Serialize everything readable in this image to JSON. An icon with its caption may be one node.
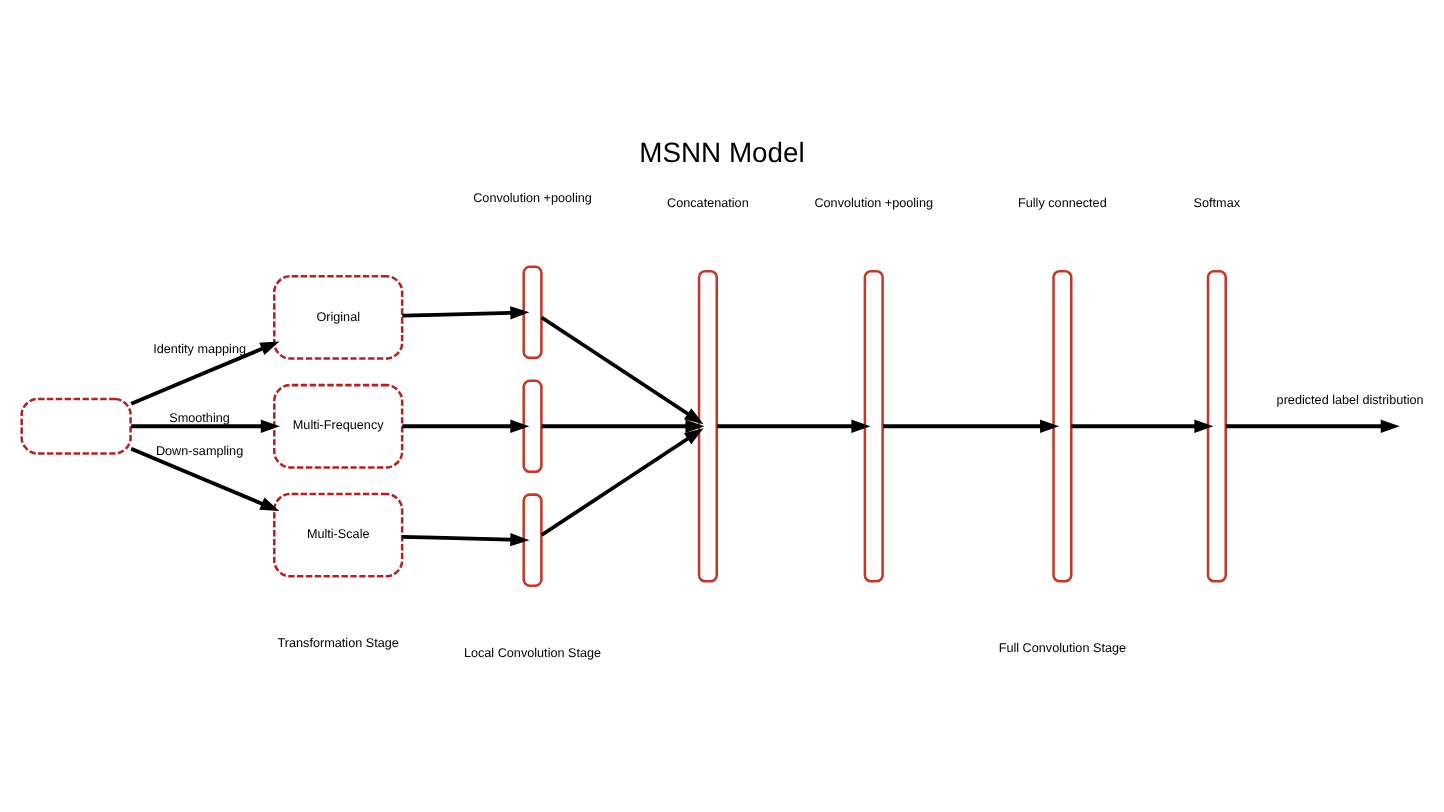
{
  "diagram": {
    "title": "MSNN Model",
    "nodes": [
      {
        "text": [],
        "shape": "box"
      },
      {
        "text": [
          "Original"
        ]
      },
      {
        "text": [
          "Multi-Frequency"
        ]
      },
      {
        "text": [
          "Multi-Scale"
        ]
      },
      {
        "text": [],
        "shape": "bar"
      },
      {
        "text": [],
        "shape": "bar"
      },
      {
        "text": [],
        "shape": "bar"
      },
      {
        "text": [],
        "shape": "bar"
      },
      {
        "text": [],
        "shape": "bar"
      },
      {
        "text": [],
        "shape": "bar"
      },
      {
        "text": [],
        "shape": "bar"
      }
    ],
    "edges": [
      {
        "from": 0,
        "to": 1,
        "arrow": "to",
        "label": "Identity mapping"
      },
      {
        "from": 0,
        "to": 2,
        "arrow": "to",
        "label": "Smoothing"
      },
      {
        "from": 0,
        "to": 3,
        "arrow": "to",
        "label": "Down-sampling"
      },
      {
        "from": 1,
        "to": 4,
        "arrow": "to"
      },
      {
        "from": 2,
        "to": 5,
        "arrow": "to"
      },
      {
        "from": 3,
        "to": 6,
        "arrow": "to"
      },
      {
        "from": 4,
        "to": 7,
        "arrow": "to"
      },
      {
        "from": 5,
        "to": 7,
        "arrow": "to"
      },
      {
        "from": 6,
        "to": 7,
        "arrow": "to"
      },
      {
        "from": 7,
        "to": 8,
        "arrow": "to"
      },
      {
        "from": 8,
        "to": 9,
        "arrow": "to"
      },
      {
        "from": 9,
        "to": 10,
        "arrow": "to"
      },
      {
        "from": 10,
        "to": null,
        "arrow": "to",
        "label": "predicted label distribution"
      }
    ],
    "labels": [
      "Convolution +pooling",
      "Concatenation",
      "Convolution +pooling",
      "Fully connected",
      "Softmax",
      "Transformation Stage",
      "Local Convolution Stage",
      "Full Convolution Stage"
    ]
  }
}
